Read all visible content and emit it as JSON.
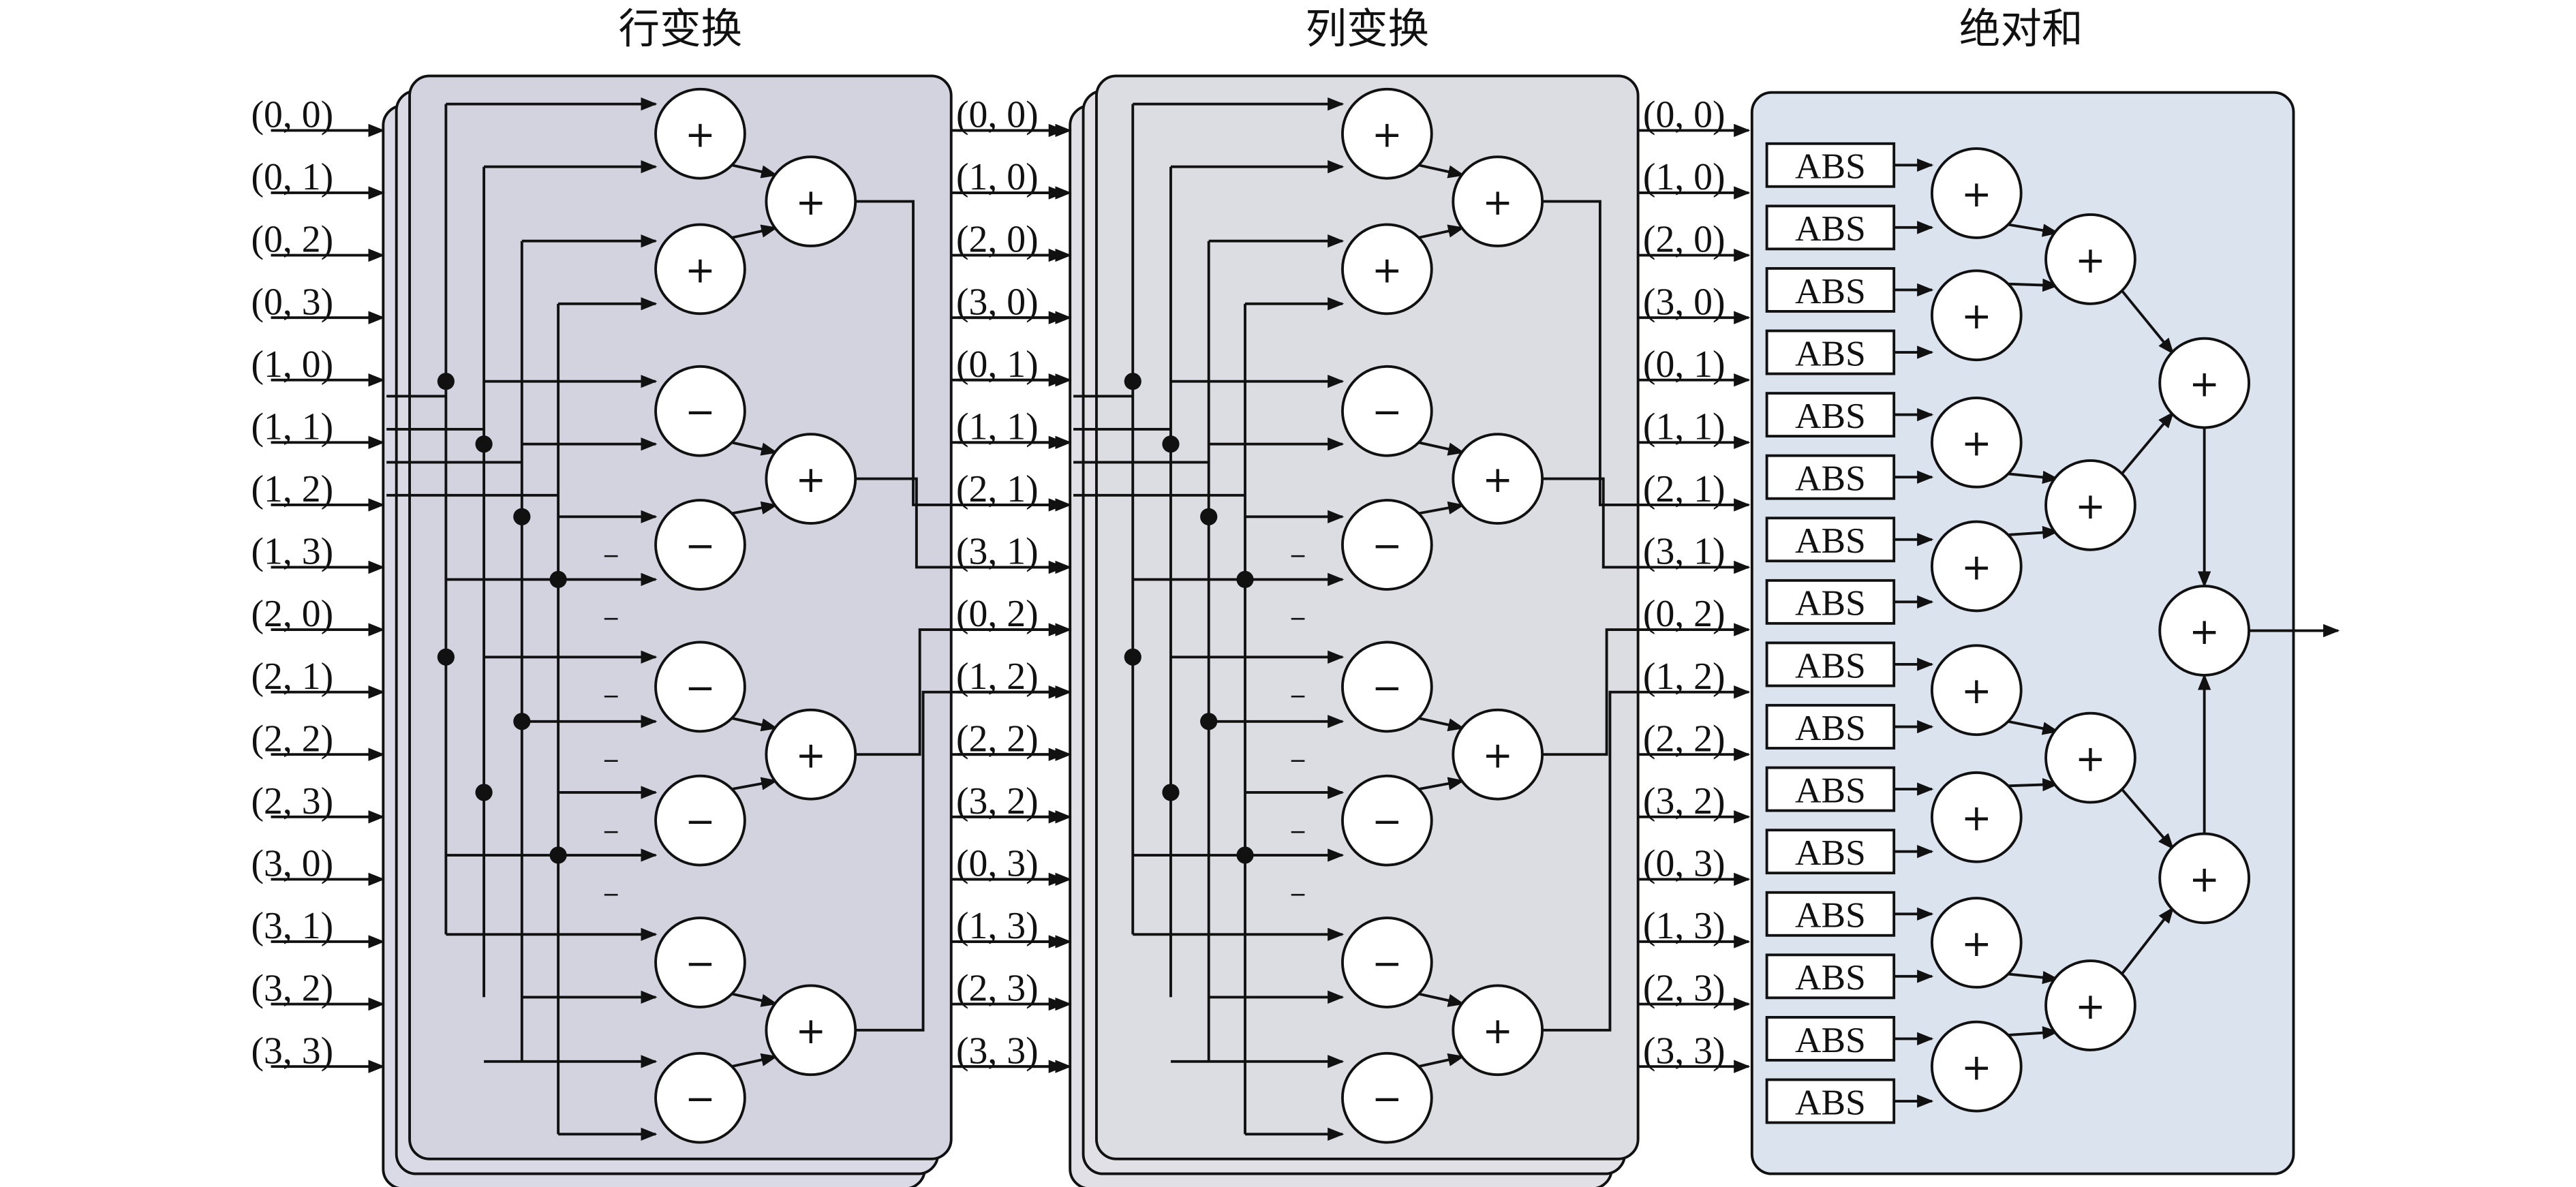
{
  "panels": [
    {
      "title": "行变换",
      "fill": "#d3d3e0",
      "stack_fill": "#dadae6"
    },
    {
      "title": "列变换",
      "fill": "#dcdce3",
      "stack_fill": "#e0e0e6"
    },
    {
      "title": "绝对和",
      "fill": "#dbe3ee"
    }
  ],
  "input_labels": [
    "(0, 0)",
    "(0, 1)",
    "(0, 2)",
    "(0, 3)",
    "(1, 0)",
    "(1, 1)",
    "(1, 2)",
    "(1, 3)",
    "(2, 0)",
    "(2, 1)",
    "(2, 2)",
    "(2, 3)",
    "(3, 0)",
    "(3, 1)",
    "(3, 2)",
    "(3, 3)"
  ],
  "mid_labels": [
    "(0, 0)",
    "(1, 0)",
    "(2, 0)",
    "(3, 0)",
    "(0, 1)",
    "(1, 1)",
    "(2, 1)",
    "(3, 1)",
    "(0, 2)",
    "(1, 2)",
    "(2, 2)",
    "(3, 2)",
    "(0, 3)",
    "(1, 3)",
    "(2, 3)",
    "(3, 3)"
  ],
  "out_labels": [
    "(0, 0)",
    "(1, 0)",
    "(2, 0)",
    "(3, 0)",
    "(0, 1)",
    "(1, 1)",
    "(2, 1)",
    "(3, 1)",
    "(0, 2)",
    "(1, 2)",
    "(2, 2)",
    "(3, 2)",
    "(0, 3)",
    "(1, 3)",
    "(2, 3)",
    "(3, 3)"
  ],
  "stage1_ops": [
    "+",
    "+",
    "−",
    "−",
    "−",
    "−",
    "−",
    "−"
  ],
  "stage2_ops": [
    "+",
    "+",
    "+",
    "+"
  ],
  "minus_mark": "−",
  "abs_label": "ABS",
  "plus_symbol": "+",
  "ink_color": "#111111"
}
